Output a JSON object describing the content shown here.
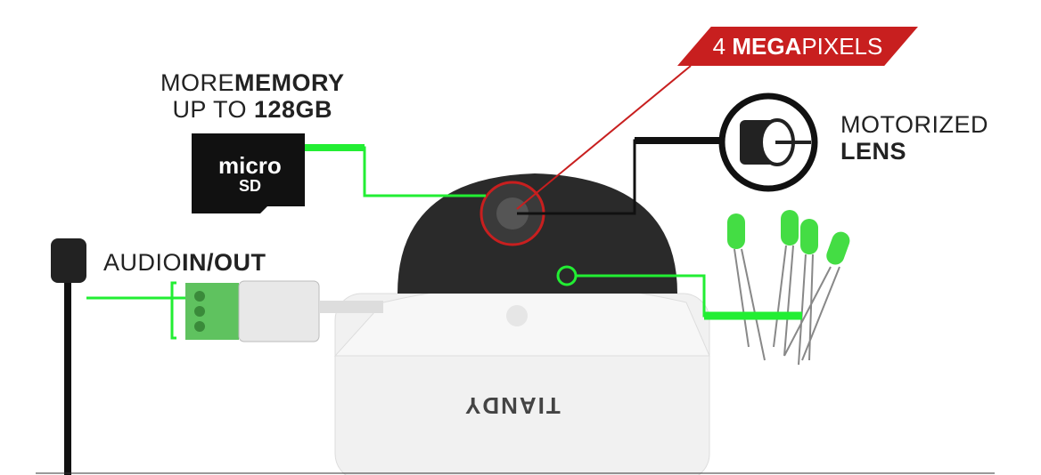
{
  "memory": {
    "line1_light": "MORE",
    "line1_bold": "MEMORY",
    "line2_light": "UP TO ",
    "line2_bold": "128GB",
    "card_text": "micro SD"
  },
  "megapixels": {
    "light_prefix": "4 ",
    "bold": "MEGA",
    "light_suffix": "PIXELS"
  },
  "lens": {
    "line1": "MOTORIZED",
    "line2": "LENS"
  },
  "audio": {
    "light": "AUDIO",
    "bold": "IN/OUT"
  },
  "camera": {
    "brand": "TIANDY"
  },
  "colors": {
    "accent_green": "#22ee33",
    "accent_red": "#c81f1f"
  }
}
